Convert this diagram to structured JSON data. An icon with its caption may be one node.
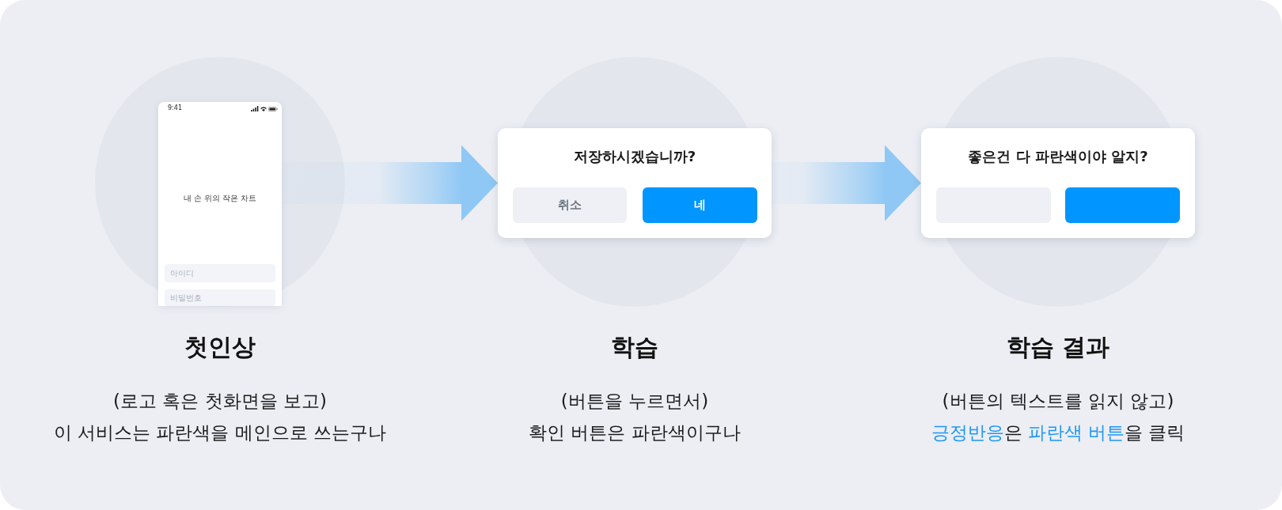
{
  "diagram": {
    "nodes": [
      {
        "text": [
          "9:41",
          "내 손 위의 작은 차트"
        ],
        "beside": [
          "첫인상",
          "(로고 혹은 첫화면을 보고)",
          "이 서비스는 파란색을 메인으로 쓰는구나"
        ]
      },
      {
        "text": [
          "아이디"
        ],
        "in": 0
      },
      {
        "text": [
          "비밀번호"
        ],
        "in": 0
      },
      {
        "text": [
          "저장하시겠습니까?"
        ],
        "beside": [
          "학습",
          "(버튼을 누르면서)",
          "확인 버튼은 파란색이구나"
        ]
      },
      {
        "text": [
          "취소"
        ],
        "in": 3
      },
      {
        "text": [
          "네"
        ],
        "in": 3
      },
      {
        "text": [
          "좋은건 다 파란색이야 알지?"
        ],
        "beside": [
          "학습 결과",
          "(버튼의 텍스트를 읽지 않고)",
          "**긍정반응**은 **파란색 버튼**을 클릭"
        ]
      },
      {
        "text": [],
        "shape": "box",
        "in": 6
      },
      {
        "text": [],
        "shape": "box",
        "in": 6
      }
    ],
    "edges": [
      {
        "from": 0,
        "to": 3,
        "arrow": "to",
        "style": "thick"
      },
      {
        "from": 3,
        "to": 6,
        "arrow": "to",
        "style": "thick"
      }
    ]
  }
}
